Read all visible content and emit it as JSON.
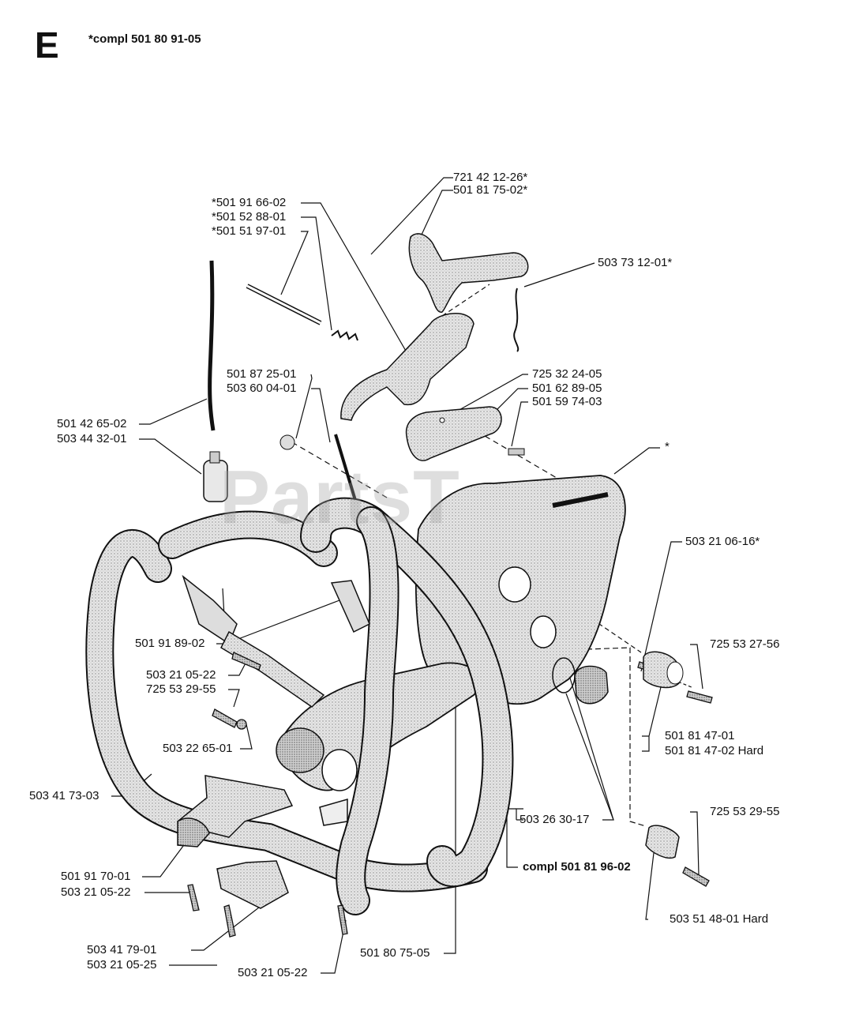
{
  "header": {
    "section_letter": "E",
    "compl_label": "*compl 501 80 91-05"
  },
  "watermark": "PartsT",
  "labels": {
    "l_721421226": "721 42 12-26*",
    "l_501817502": "501 81 75-02*",
    "l_501916602": "*501 91 66-02",
    "l_501528801": "*501 52 88-01",
    "l_501519701": "*501 51 97-01",
    "l_503731201": "503 73 12-01*",
    "l_725322405": "725 32 24-05",
    "l_501628905": "501 62 89-05",
    "l_501597403": "501 59 74-03",
    "l_501872501": "501 87 25-01",
    "l_503600401": "503 60 04-01",
    "l_501426502": "501 42 65-02",
    "l_503443201": "503 44 32-01",
    "l_star": "*",
    "l_503210616": "503 21 06-16*",
    "l_501918902": "501 91 89-02",
    "l_503210522a": "503 21 05-22",
    "l_725532955a": "725 53 29-55",
    "l_725532756": "725 53 27-56",
    "l_503226501": "503 22 65-01",
    "l_501814701": "501 81 47-01",
    "l_501814702": "501 81 47-02 Hard",
    "l_503417303": "503 41 73-03",
    "l_725532955b": "725 53 29-55",
    "l_503263017": "503 26 30-17",
    "l_compl501819602": "compl 501 81 96-02",
    "l_501917001": "501 91 70-01",
    "l_503210522b": "503 21 05-22",
    "l_503514801": "503 51 48-01 Hard",
    "l_503417901": "503 41 79-01",
    "l_503210525": "503 21 05-25",
    "l_501807505": "501 80 75-05",
    "l_503210522c": "503 21 05-22"
  }
}
